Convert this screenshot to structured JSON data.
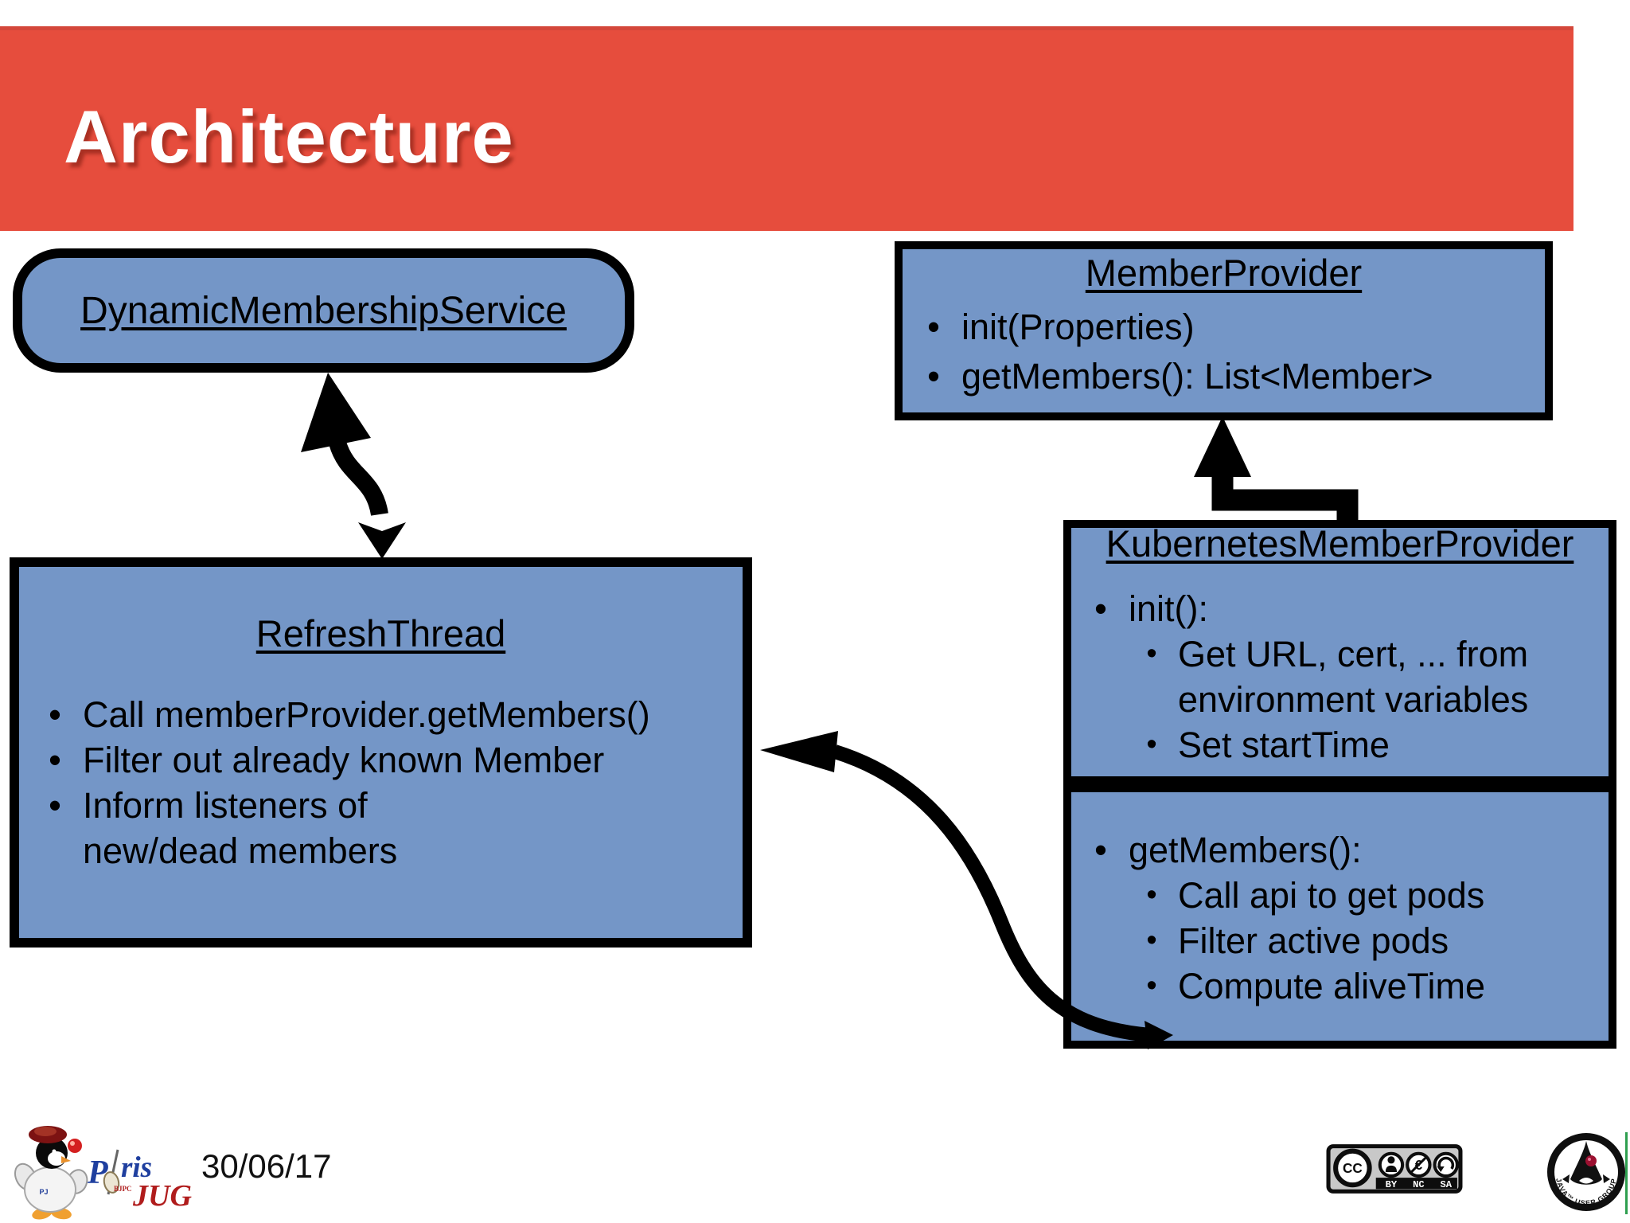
{
  "slide": {
    "title": "Architecture"
  },
  "colors": {
    "accent_red": "#e64d3d",
    "box_blue": "#7496c7"
  },
  "diagram": {
    "dynamic_membership_service": {
      "title": "DynamicMembershipService"
    },
    "member_provider": {
      "title": "MemberProvider",
      "bullets": [
        "init(Properties)",
        "getMembers(): List<Member>"
      ]
    },
    "kubernetes_member_provider": {
      "title": "KubernetesMemberProvider",
      "init_section": {
        "bullet": "init():",
        "sub_bullets": [
          "Get URL, cert, ... from\nenvironment variables",
          "Set startTime"
        ]
      },
      "get_members_section": {
        "bullet": "getMembers():",
        "sub_bullets": [
          "Call api to get pods",
          "Filter active pods",
          "Compute aliveTime"
        ]
      }
    },
    "refresh_thread": {
      "title": "RefreshThread",
      "bullets": [
        "Call memberProvider.getMembers()",
        "Filter out already known Member",
        "Inform listeners of\nnew/dead members"
      ]
    }
  },
  "footer": {
    "date": "30/06/17",
    "paris_jug_logo": {
      "p": "P",
      "ris": "ris",
      "jug": "JUG",
      "bjpc": "BJPC"
    },
    "cc_badge": {
      "cc": "CC",
      "by": "BY",
      "nc": "NC",
      "sa": "SA",
      "nc_glyph": "€"
    },
    "jug_logo": {
      "text": "JAVA™ USER GROUP"
    }
  }
}
